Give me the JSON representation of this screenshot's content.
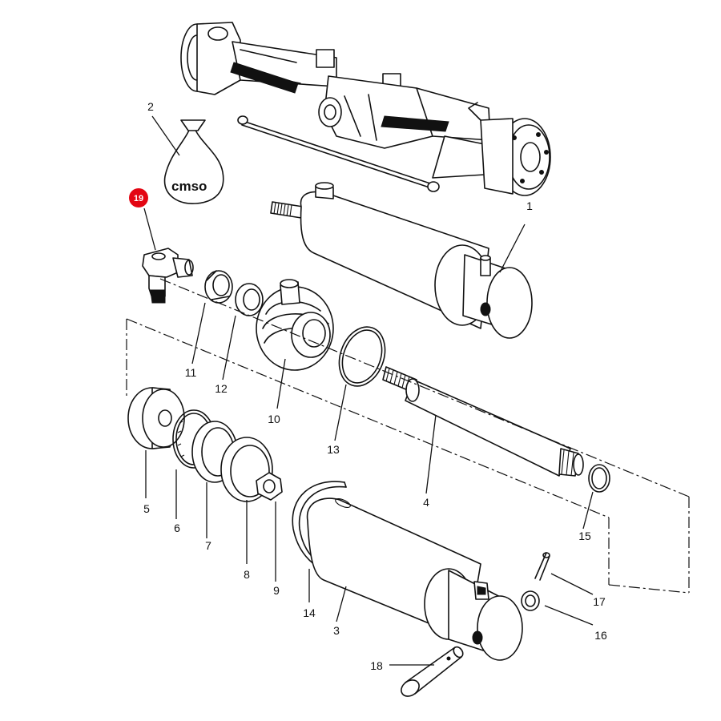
{
  "callouts": [
    {
      "id": "1",
      "label": "1"
    },
    {
      "id": "2",
      "label": "2"
    },
    {
      "id": "3",
      "label": "3"
    },
    {
      "id": "4",
      "label": "4"
    },
    {
      "id": "5",
      "label": "5"
    },
    {
      "id": "6",
      "label": "6"
    },
    {
      "id": "7",
      "label": "7"
    },
    {
      "id": "8",
      "label": "8"
    },
    {
      "id": "9",
      "label": "9"
    },
    {
      "id": "10",
      "label": "10"
    },
    {
      "id": "11",
      "label": "11"
    },
    {
      "id": "12",
      "label": "12"
    },
    {
      "id": "13",
      "label": "13"
    },
    {
      "id": "14",
      "label": "14"
    },
    {
      "id": "15",
      "label": "15"
    },
    {
      "id": "16",
      "label": "16"
    },
    {
      "id": "17",
      "label": "17"
    },
    {
      "id": "18",
      "label": "18"
    }
  ],
  "highlight": {
    "label": "19",
    "color": "#e30613"
  },
  "bag_text": "cmso"
}
